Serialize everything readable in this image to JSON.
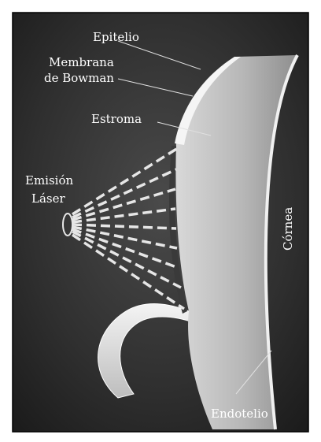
{
  "labels": {
    "epitelio": "Epitelio",
    "membrana_line1": "Membrana",
    "membrana_line2": "de Bowman",
    "estroma": "Estroma",
    "emision_line1": "Emisión",
    "emision_line2": "Láser",
    "cornea": "Córnea",
    "endotelio": "Endotelio"
  },
  "colors": {
    "background": "#2b2b2b",
    "cornea_stroma": "#bdbdbd",
    "epithelium": "#f2f2f2",
    "label_text": "#ffffff",
    "laser_beam": "#e6e6e6"
  }
}
